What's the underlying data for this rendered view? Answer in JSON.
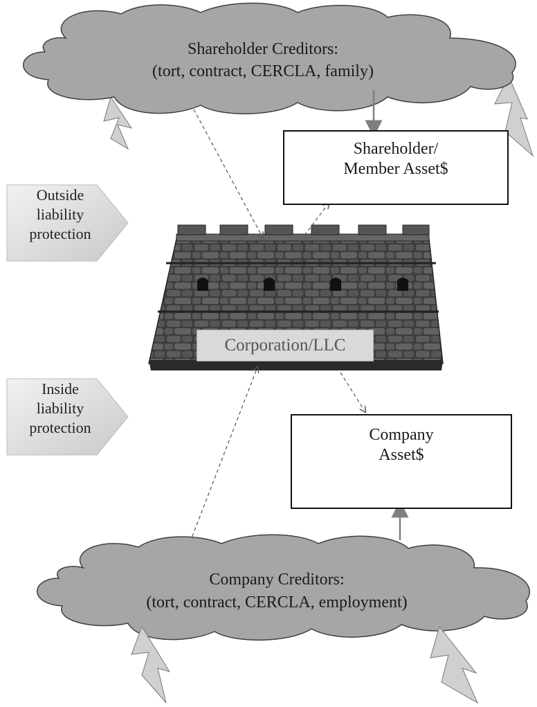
{
  "shareholder_creditors": {
    "title": "Shareholder Creditors:",
    "detail": "(tort, contract, CERCLA, family)"
  },
  "shareholder_assets": {
    "line1": "Shareholder/",
    "line2": "Member Asset$"
  },
  "outside_protection": {
    "line1": "Outside",
    "line2": "liability",
    "line3": "protection"
  },
  "inside_protection": {
    "line1": "Inside",
    "line2": "liability",
    "line3": "protection"
  },
  "corporation": {
    "label": "Corporation/LLC"
  },
  "company_assets": {
    "line1": "Company",
    "line2": "Asset$"
  },
  "company_creditors": {
    "title": "Company Creditors:",
    "detail": "(tort, contract, CERCLA, employment)"
  },
  "colors": {
    "cloud_fill": "#a6a6a6",
    "cloud_stroke": "#404040",
    "lightning_fill": "#d0d0d0",
    "chevron_fill": "#e0e0e0",
    "arrow_solid": "#7f7f7f",
    "arrow_dashed": "#555555",
    "castle_stone": "#4a4a4a"
  }
}
